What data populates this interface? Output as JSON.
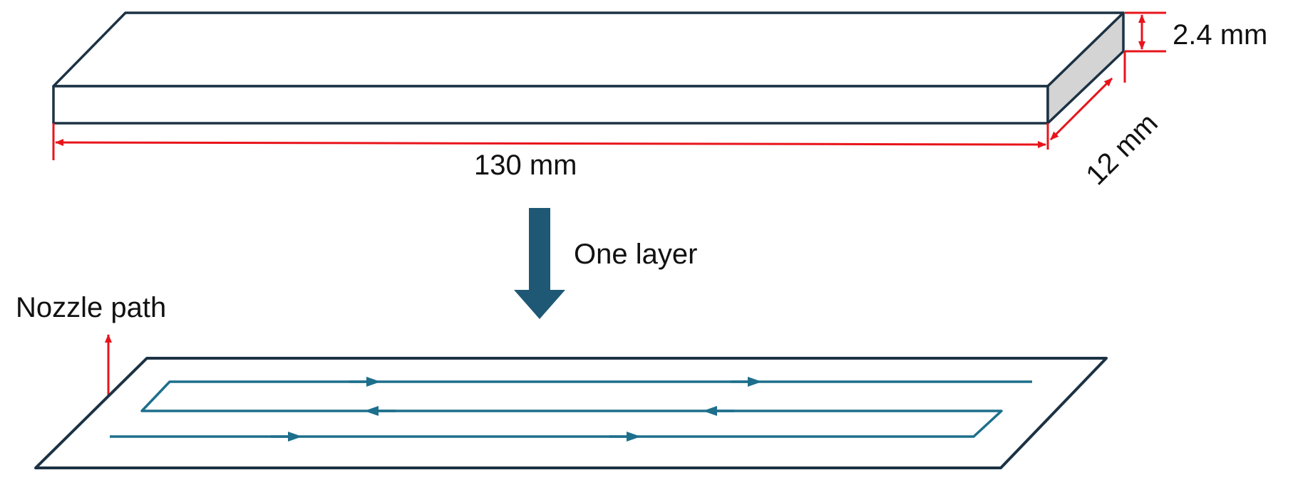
{
  "labels": {
    "thickness": "2.4 mm",
    "length": "130 mm",
    "width": "12 mm",
    "step": "One layer",
    "path": "Nozzle path"
  },
  "colors": {
    "outline": "#1c3244",
    "dimension": "#e8141b",
    "path": "#1d6f8c",
    "process_arrow": "#1f5874",
    "end_face": "#d4d4d4"
  }
}
